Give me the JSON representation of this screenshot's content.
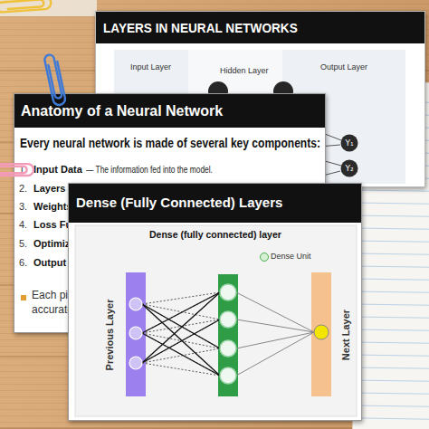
{
  "diagram": {
    "nodes": [
      {
        "text": [
          "LAYERS IN NEURAL NETWORKS",
          "Input Layer",
          "Hidden Layer",
          "Output Layer"
        ]
      },
      {
        "text": [
          "Y₁"
        ],
        "in": 0
      },
      {
        "text": [
          "Y₂"
        ],
        "in": 0
      },
      {
        "text": [
          "Anatomy of a Neural Network",
          "Every neural network is made of several key components:",
          "1.",
          "Input Data",
          "— The information fed into the model.",
          "2.",
          "Layers –",
          "3.",
          "Weights",
          "4.",
          "Loss Fu",
          "5.",
          "Optimiz",
          "6.",
          "Output –",
          "Each piec",
          "accurate p"
        ]
      },
      {
        "text": [
          "Dense (Fully Connected) Layers",
          "Dense (fully connected) layer"
        ]
      },
      {
        "text": [
          "Previous Layer"
        ],
        "in": 4
      },
      {
        "text": [
          "Next Layer"
        ],
        "in": 4
      }
    ],
    "legend": [
      {
        "text": "Dense Unit"
      }
    ]
  }
}
